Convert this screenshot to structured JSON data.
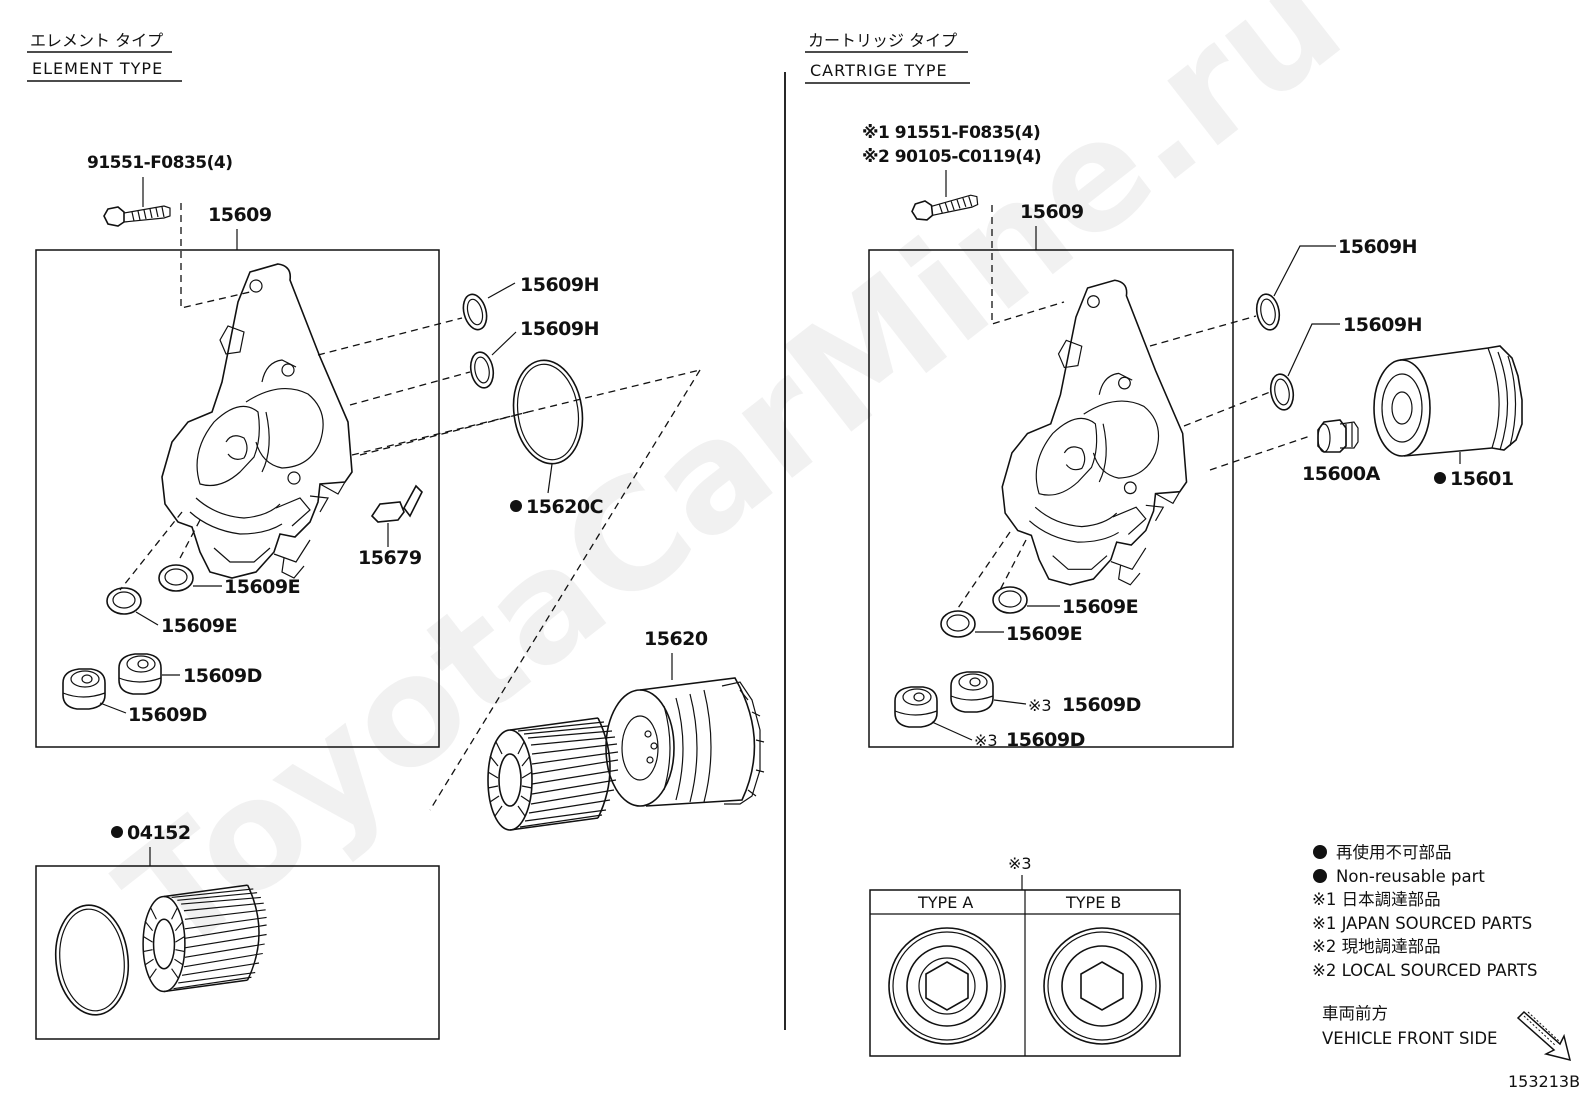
{
  "watermark": "ToyotaCarMine.ru",
  "element_type": {
    "title_jp": "エレメント タイプ",
    "title_en": "ELEMENT TYPE",
    "bolt_label": "91551-F0835(4)",
    "housing": "15609",
    "oring_top": "15609H",
    "oring_mid": "15609H",
    "big_oring": "15620C",
    "clip": "15679",
    "washer_1": "15609E",
    "washer_2": "15609E",
    "plug_1": "15609D",
    "plug_2": "15609D",
    "cap": "15620",
    "kit": "04152"
  },
  "cartridge_type": {
    "title_jp": "カートリッジ タイプ",
    "title_en": "CARTRIGE TYPE",
    "bolt_label_1": "※1 91551-F0835(4)",
    "bolt_label_2": "※2 90105-C0119(4)",
    "housing": "15609",
    "oring_1": "15609H",
    "oring_2": "15609H",
    "union": "15600A",
    "filter": "15601",
    "washer_1": "15609E",
    "washer_2": "15609E",
    "plug_1_mark": "※3",
    "plug_1": "15609D",
    "plug_2_mark": "※3",
    "plug_2": "15609D"
  },
  "types_box": {
    "mark": "※3",
    "type_a": "TYPE A",
    "type_b": "TYPE B"
  },
  "legend": {
    "nonreusable_jp": "再使用不可部品",
    "nonreusable_en": "Non-reusable part",
    "note1_jp": "※1 日本調達部品",
    "note1_en": "※1 JAPAN SOURCED PARTS",
    "note2_jp": "※2 現地調達部品",
    "note2_en": "※2 LOCAL SOURCED PARTS",
    "front_jp": "車両前方",
    "front_en": "VEHICLE FRONT SIDE"
  },
  "figure_id": "153213B"
}
